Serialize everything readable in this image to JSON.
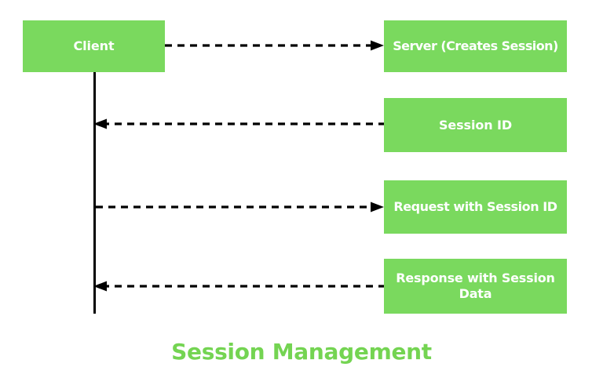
{
  "diagram": {
    "title": "Session Management",
    "title_color": "#74d452",
    "box_color": "#7ad95e",
    "box_text_color": "#ffffff",
    "line_color": "#000000",
    "background": "#ffffff",
    "participant": {
      "label": "Client",
      "lifeline_name": "client-lifeline"
    },
    "nodes": [
      {
        "id": "server",
        "label": "Server (Creates Session)"
      },
      {
        "id": "session-id",
        "label": "Session ID"
      },
      {
        "id": "request",
        "label": "Request with Session ID"
      },
      {
        "id": "response",
        "label": "Response with Session Data"
      }
    ],
    "messages": [
      {
        "id": "msg-1",
        "direction": "right",
        "style": "dashed",
        "from": "Client",
        "to": "Server (Creates Session)"
      },
      {
        "id": "msg-2",
        "direction": "left",
        "style": "dashed",
        "from": "Session ID",
        "to": "Client"
      },
      {
        "id": "msg-3",
        "direction": "right",
        "style": "dashed",
        "from": "Client",
        "to": "Request with Session ID"
      },
      {
        "id": "msg-4",
        "direction": "left",
        "style": "dashed",
        "from": "Response with Session Data",
        "to": "Client"
      }
    ]
  }
}
